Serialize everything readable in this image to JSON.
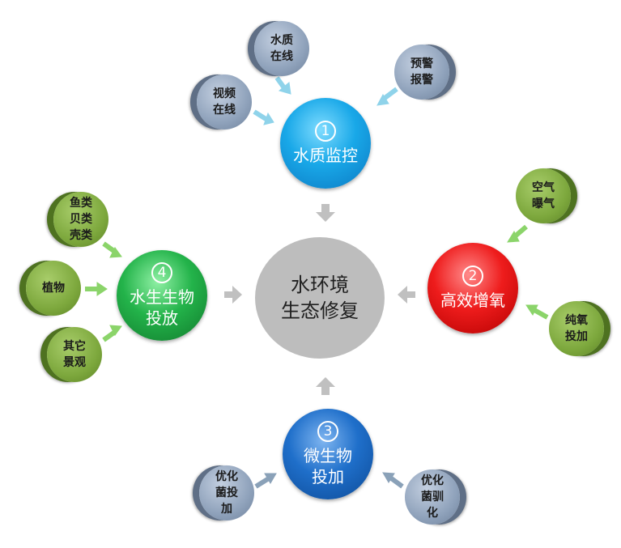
{
  "center": {
    "line1": "水环境",
    "line2": "生态修复"
  },
  "nodes": {
    "monitor": {
      "num": "1",
      "line1": "水质监控",
      "line2": ""
    },
    "oxygen": {
      "num": "2",
      "line1": "高效增氧",
      "line2": ""
    },
    "microbe": {
      "num": "3",
      "line1": "微生物",
      "line2": "投加"
    },
    "bio": {
      "num": "4",
      "line1": "水生生物",
      "line2": "投放"
    }
  },
  "subs": {
    "water_online": {
      "l1": "水质",
      "l2": "在线",
      "l3": ""
    },
    "video_online": {
      "l1": "视频",
      "l2": "在线",
      "l3": ""
    },
    "alarm": {
      "l1": "预警",
      "l2": "报警",
      "l3": ""
    },
    "aeration": {
      "l1": "空气",
      "l2": "曝气",
      "l3": ""
    },
    "pure_oxygen": {
      "l1": "纯氧",
      "l2": "投加",
      "l3": ""
    },
    "optimize_add": {
      "l1": "优化",
      "l2": "菌投",
      "l3": "加"
    },
    "optimize_tame": {
      "l1": "优化",
      "l2": "菌驯",
      "l3": "化"
    },
    "fish": {
      "l1": "鱼类",
      "l2": "贝类",
      "l3": "壳类"
    },
    "plants": {
      "l1": "植物",
      "l2": "",
      "l3": ""
    },
    "landscape": {
      "l1": "其它",
      "l2": "景观",
      "l3": ""
    }
  },
  "colors": {
    "monitor": "#19a8e8",
    "oxygen": "#ee1c1c",
    "microbe": "#1f6fca",
    "bio": "#23b34a",
    "center": "#bdbdbd",
    "gray_arrow": "#c0c0c0",
    "blue_arrow": "#8fd3ea",
    "green_arrow": "#8bd46a"
  }
}
